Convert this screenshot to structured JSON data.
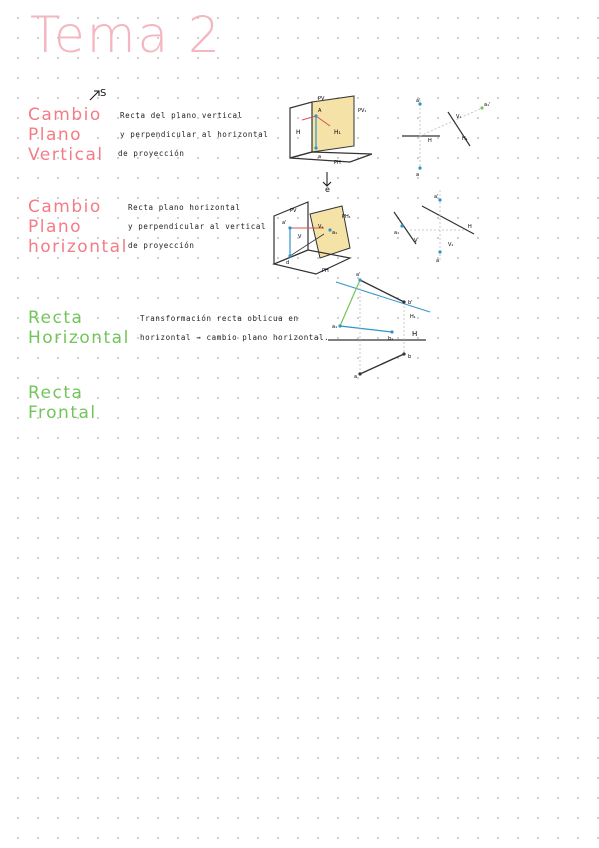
{
  "title": "Tema 2",
  "top_mark": "S",
  "sections": [
    {
      "heading": [
        "Cambio",
        "Plano",
        "Vertical"
      ],
      "notes": [
        "Recta del plano vertical",
        "y perpendicular al horizontal",
        "de proyección"
      ]
    },
    {
      "heading": [
        "Cambio",
        "Plano",
        "horizontal"
      ],
      "notes": [
        "Recta plano horizontal",
        "y perpendicular al vertical",
        "de proyección"
      ]
    },
    {
      "heading": [
        "Recta",
        "Horizontal"
      ],
      "notes": [
        "Transformación recta oblicua en",
        "horizontal → cambio plano horizontal."
      ]
    },
    {
      "heading": [
        "Recta",
        "Frontal"
      ],
      "notes": []
    }
  ],
  "figure_labels": {
    "fig1": [
      "PV",
      "PV₁",
      "PH",
      "H",
      "H₁",
      "A",
      "a"
    ],
    "fig1_small": [
      "a'",
      "H",
      "V₁",
      "a",
      "H₁",
      "a₁'"
    ],
    "arrow": "e",
    "fig2": [
      "PV",
      "PH₁",
      "PH",
      "V",
      "Vₐ",
      "a'",
      "a₁",
      "d"
    ],
    "fig2_small": [
      "a'",
      "V",
      "H",
      "V₁",
      "a",
      "a₁"
    ],
    "fig3": [
      "a'",
      "b'",
      "a₁",
      "b₁",
      "H",
      "H₁",
      "a",
      "b"
    ]
  },
  "colors": {
    "pink_heading": "#f47c86",
    "title": "#f4b6c0",
    "green_heading": "#72c55a",
    "plane_yellow": "#f4e2a7",
    "blue_line": "#2f95c9",
    "red_line": "#d9534f"
  }
}
